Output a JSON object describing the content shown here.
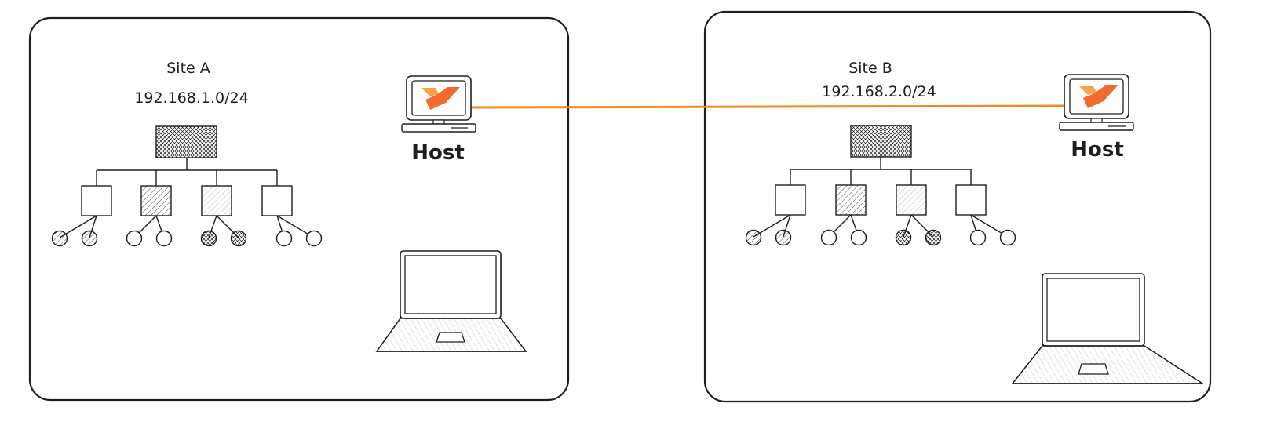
{
  "sites": [
    {
      "name": "Site A",
      "subnet": "192.168.1.0/24",
      "host_label": "Host",
      "switch_fills": [
        "white",
        "hatch",
        "hatch-light",
        "white"
      ],
      "endpoint_fills": [
        "hatch",
        "hatch",
        "white",
        "white",
        "cross",
        "cross",
        "white",
        "white"
      ]
    },
    {
      "name": "Site B",
      "subnet": "192.168.2.0/24",
      "host_label": "Host",
      "switch_fills": [
        "white",
        "hatch",
        "hatch-light",
        "white"
      ],
      "endpoint_fills": [
        "hatch",
        "hatch",
        "white",
        "white",
        "cross",
        "cross",
        "white",
        "white"
      ]
    }
  ],
  "link": {
    "color": "#f08c1e"
  },
  "colors": {
    "ink": "#1e1e1e",
    "logo_primary": "#f26a2e",
    "logo_secondary": "#f7a24a"
  },
  "icons": {
    "host": "desktop-monitor-icon",
    "client": "laptop-icon",
    "router": "router-icon",
    "switch": "switch-icon",
    "endpoint": "endpoint-node-icon"
  }
}
